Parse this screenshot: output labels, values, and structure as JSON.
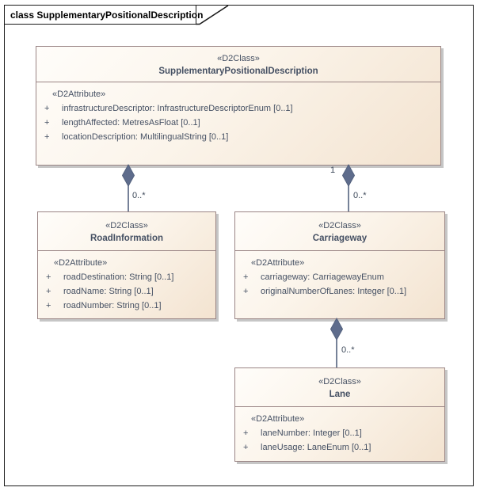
{
  "frame": {
    "title": "class SupplementaryPositionalDescription"
  },
  "colors": {
    "box_border": "#9a8585",
    "box_fill_top": "#fffdfa",
    "box_fill_bottom": "#f3e3d0",
    "text": "#455063",
    "connector_line": "#54627e",
    "diamond_fill": "#5e6c8c",
    "shadow": "#c6c6c6",
    "frame_border": "#1a1a1a"
  },
  "classes": [
    {
      "stereotype": "«D2Class»",
      "name": "SupplementaryPositionalDescription",
      "attr_stereotype": "«D2Attribute»",
      "attributes": [
        {
          "vis": "+",
          "text": "infrastructureDescriptor: InfrastructureDescriptorEnum [0..1]"
        },
        {
          "vis": "+",
          "text": "lengthAffected: MetresAsFloat [0..1]"
        },
        {
          "vis": "+",
          "text": "locationDescription: MultilingualString [0..1]"
        }
      ]
    },
    {
      "stereotype": "«D2Class»",
      "name": "RoadInformation",
      "attr_stereotype": "«D2Attribute»",
      "attributes": [
        {
          "vis": "+",
          "text": "roadDestination: String [0..1]"
        },
        {
          "vis": "+",
          "text": "roadName: String [0..1]"
        },
        {
          "vis": "+",
          "text": "roadNumber: String [0..1]"
        }
      ]
    },
    {
      "stereotype": "«D2Class»",
      "name": "Carriageway",
      "attr_stereotype": "«D2Attribute»",
      "attributes": [
        {
          "vis": "+",
          "text": "carriageway: CarriagewayEnum"
        },
        {
          "vis": "+",
          "text": "originalNumberOfLanes: Integer [0..1]"
        }
      ]
    },
    {
      "stereotype": "«D2Class»",
      "name": "Lane",
      "attr_stereotype": "«D2Attribute»",
      "attributes": [
        {
          "vis": "+",
          "text": "laneNumber: Integer [0..1]"
        },
        {
          "vis": "+",
          "text": "laneUsage: LaneEnum [0..1]"
        }
      ]
    }
  ],
  "connectors": [
    {
      "type": "composition",
      "from": "SupplementaryPositionalDescription",
      "to": "RoadInformation",
      "source_label": "",
      "target_label": "0..*"
    },
    {
      "type": "composition",
      "from": "SupplementaryPositionalDescription",
      "to": "Carriageway",
      "source_label": "1",
      "target_label": "0..*"
    },
    {
      "type": "composition",
      "from": "Carriageway",
      "to": "Lane",
      "source_label": "",
      "target_label": "0..*"
    }
  ]
}
